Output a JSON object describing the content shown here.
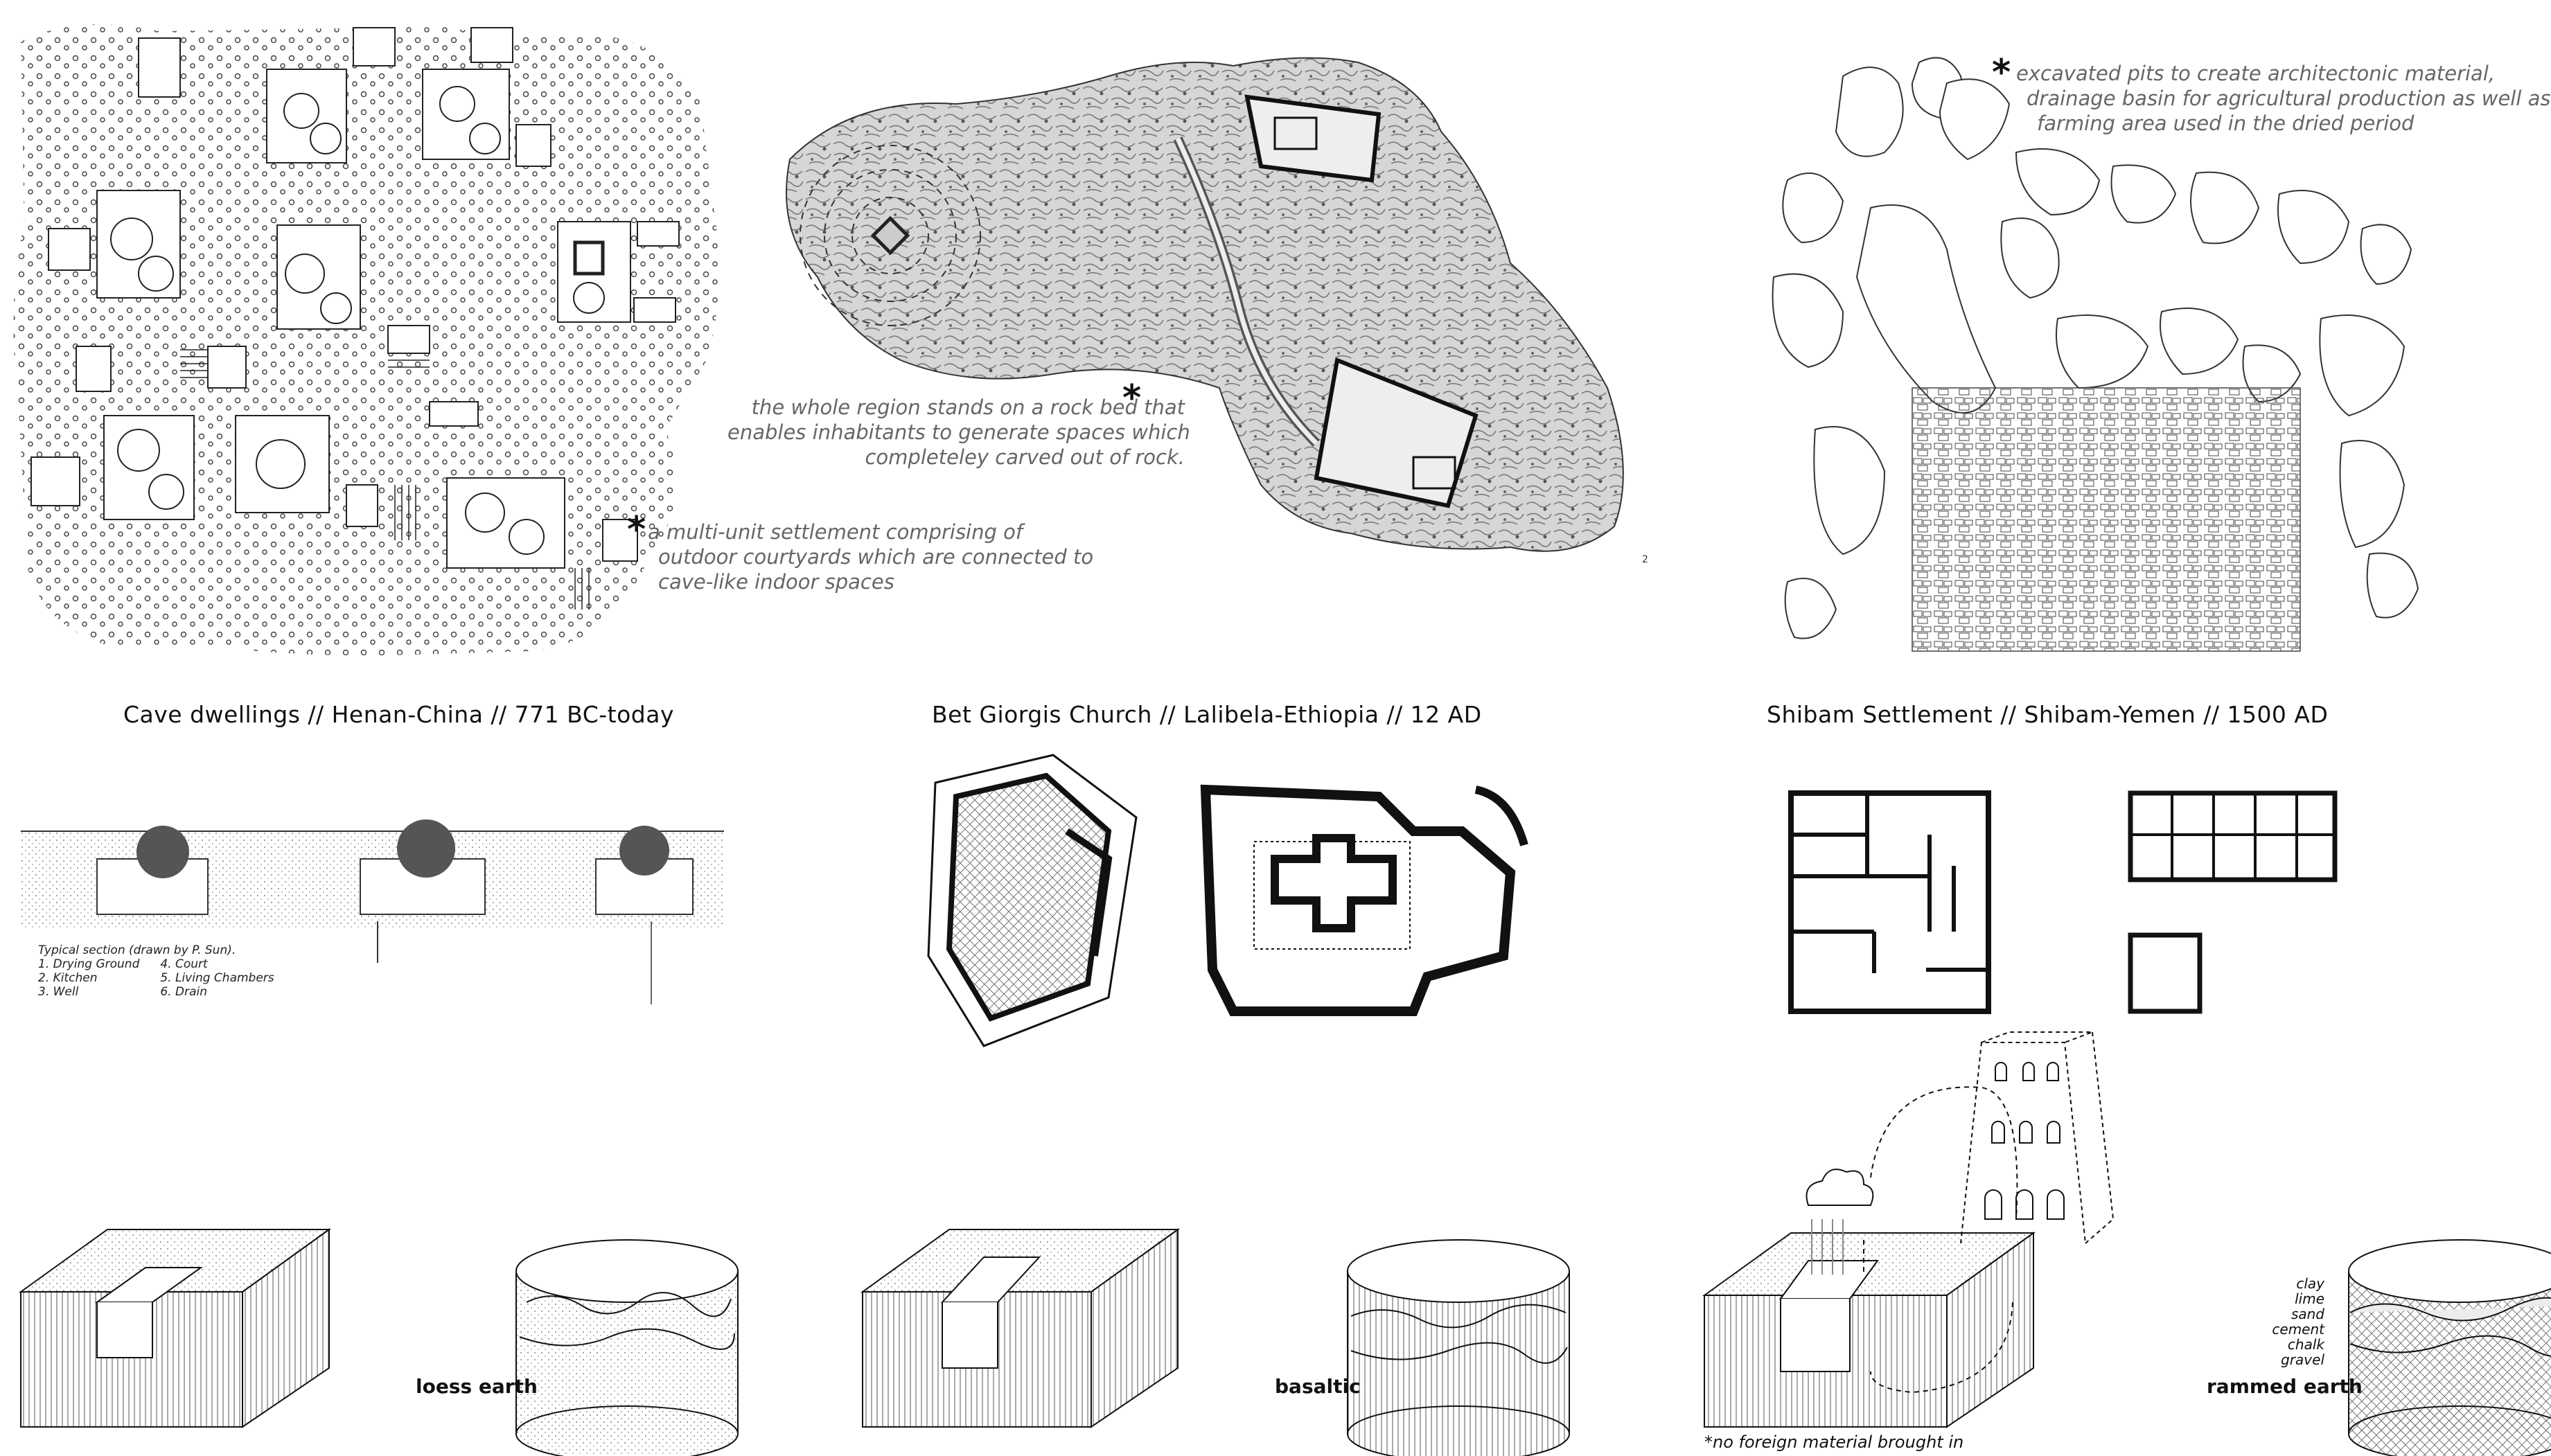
{
  "titles": {
    "cave": "Cave dwellings  // Henan-China // 771 BC-today",
    "church": "Bet Giorgis Church  // Lalibela-Ethiopia // 12 AD",
    "shibam": "Shibam Settlement  // Shibam-Yemen // 1500 AD"
  },
  "annotations": {
    "cave": [
      "a multi-unit settlement comprising of",
      "outdoor courtyards which are connected to",
      "cave-like indoor spaces"
    ],
    "church": [
      "the whole region stands on a rock bed that",
      "enables inhabitants to generate spaces which",
      "completeley carved out of rock."
    ],
    "shibam": [
      "excavated pits to create architectonic material,",
      "drainage basin for agricultural production as well as",
      "farming area used in the dried period"
    ]
  },
  "section_legend": {
    "title": "Typical section (drawn by P. Sun).",
    "items": [
      "1. Drying Ground",
      "2. Kitchen",
      "3. Well",
      "4. Court",
      "5. Living Chambers",
      "6. Drain"
    ]
  },
  "materials": {
    "cave": "loess earth",
    "church": "basaltic",
    "shibam_list": [
      "clay",
      "lime",
      "sand",
      "cement",
      "chalk",
      "gravel"
    ],
    "shibam": "rammed earth"
  },
  "footnote": "*no foreign material brought in",
  "map_page_number": "2",
  "colors": {
    "ink": "#111111",
    "annotation": "#666666",
    "paper": "#ffffff"
  }
}
